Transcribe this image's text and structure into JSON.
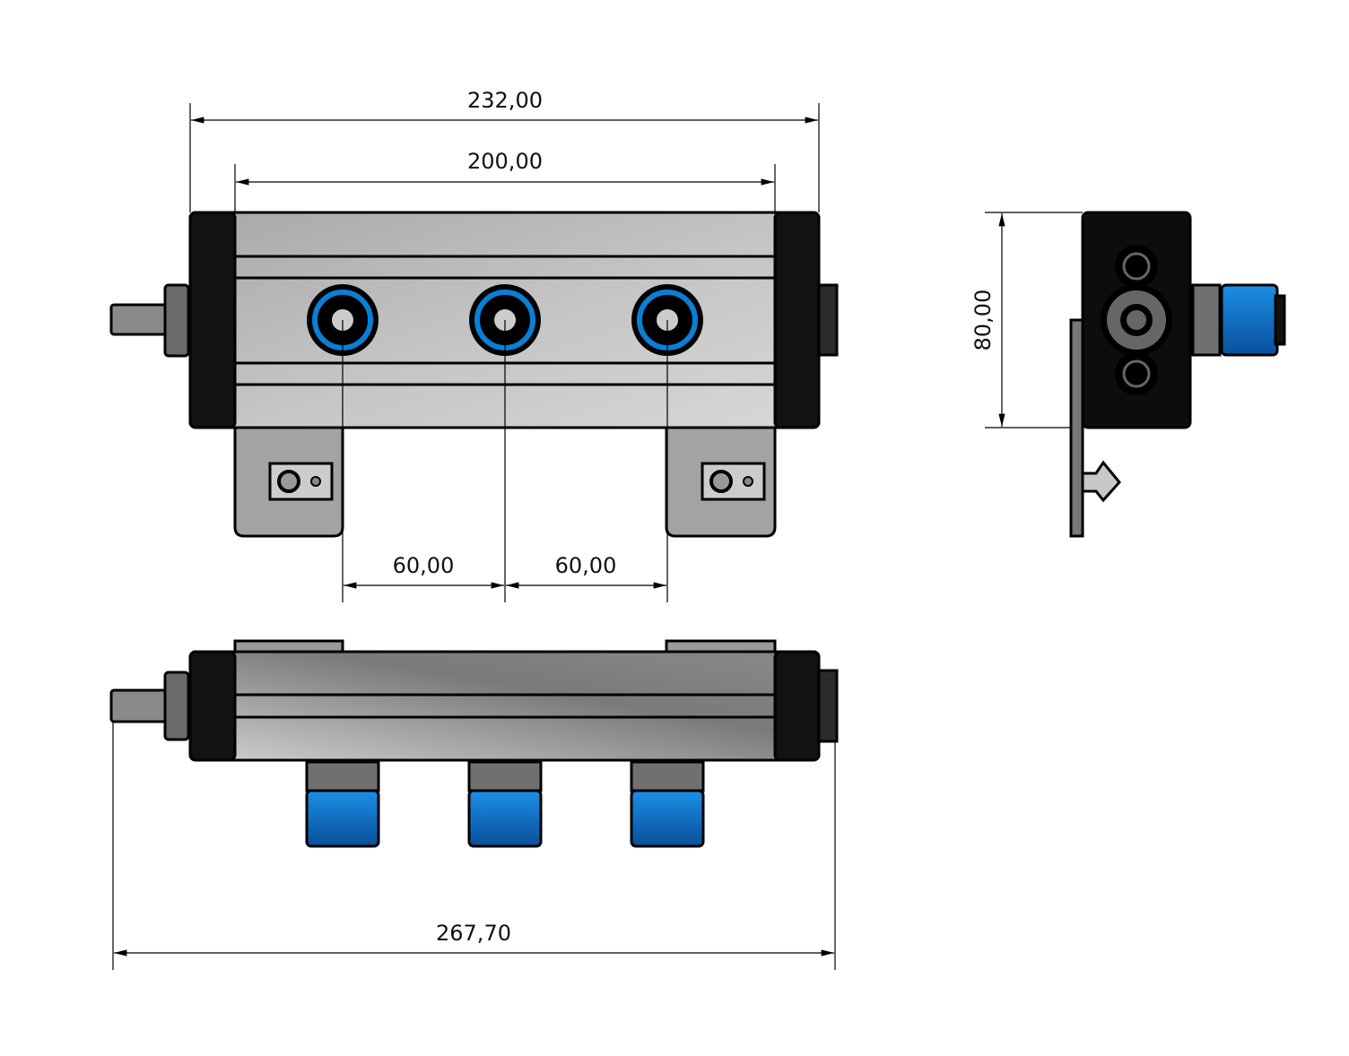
{
  "dimensions": {
    "overall_width": "232,00",
    "profile_length": "200,00",
    "port_pitch_left": "60,00",
    "port_pitch_right": "60,00",
    "height": "80,00",
    "total_length": "267,70"
  },
  "colors": {
    "coupling_blue": "#0a7fd6",
    "end_cap": "#111111",
    "aluminium": "#bdbdbd",
    "bracket": "#a3a3a3"
  }
}
